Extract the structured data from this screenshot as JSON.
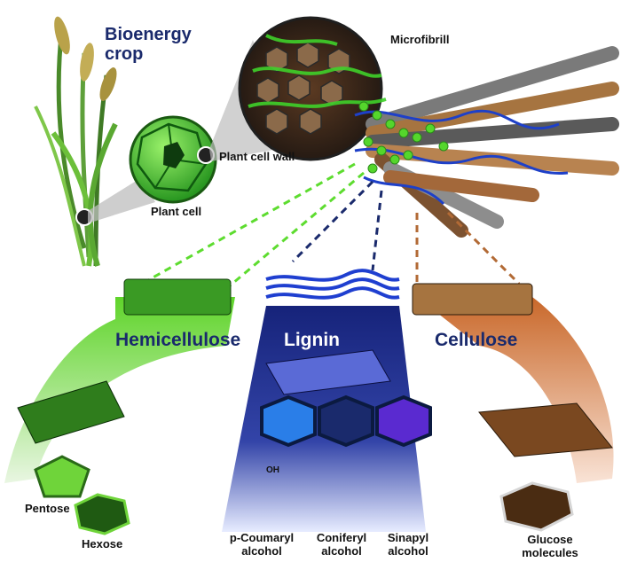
{
  "labels": {
    "bioenergy_crop": "Bioenergy\ncrop",
    "microfibril": "Microfibrill",
    "plant_cell_wall": "Plant cell wall",
    "plant_cell": "Plant cell",
    "hemicellulose": "Hemicellulose",
    "lignin": "Lignin",
    "cellulose": "Cellulose",
    "pentose": "Pentose",
    "hexose": "Hexose",
    "p_coumaryl": "p-Coumaryl\nalcohol",
    "coniferyl": "Coniferyl\nalcohol",
    "sinapyl": "Sinapyl\nalcohol",
    "glucose": "Glucose\nmolecules"
  },
  "chem_labels": {
    "oh": "OH"
  },
  "colors": {
    "hemicellulose": "#4cc41c",
    "lignin": "#1a2a8a",
    "cellulose": "#b5652a",
    "title_text": "#1a2a6c"
  }
}
